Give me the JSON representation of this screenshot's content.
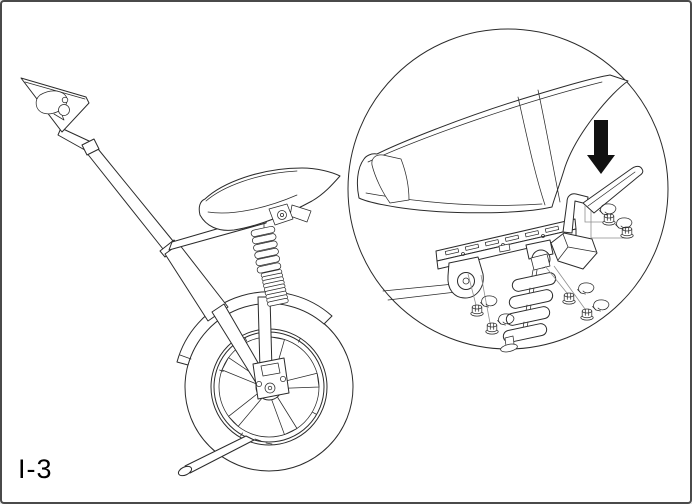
{
  "page": {
    "label": "I-3",
    "type": "assembly-manual-figure"
  },
  "colors": {
    "background": "#ffffff",
    "border": "#4a4a4a",
    "line": "#2b2b2b",
    "leader": "#8f8f8f",
    "arrow": "#111111",
    "text": "#000000"
  },
  "main_illustration": {
    "name": "scooter-front-section",
    "parts": [
      "handlebar-pad",
      "steering-column",
      "saddle",
      "seat-clamp",
      "suspension-spring",
      "top-tube",
      "front-fender",
      "front-wheel",
      "wheel-rim",
      "wheel-hub",
      "kickstand"
    ]
  },
  "detail_view": {
    "name": "seat-installation-detail",
    "container": "magnifier-circle",
    "parts": [
      "saddle",
      "seat-clamp-lever",
      "seat-mounting-rail",
      "rail-pivot",
      "shock-spring",
      "tail-reflector",
      "frame-tube"
    ],
    "down_arrow": "press-seat-down",
    "hex_nuts": 6,
    "rotation_arrows": 6
  }
}
